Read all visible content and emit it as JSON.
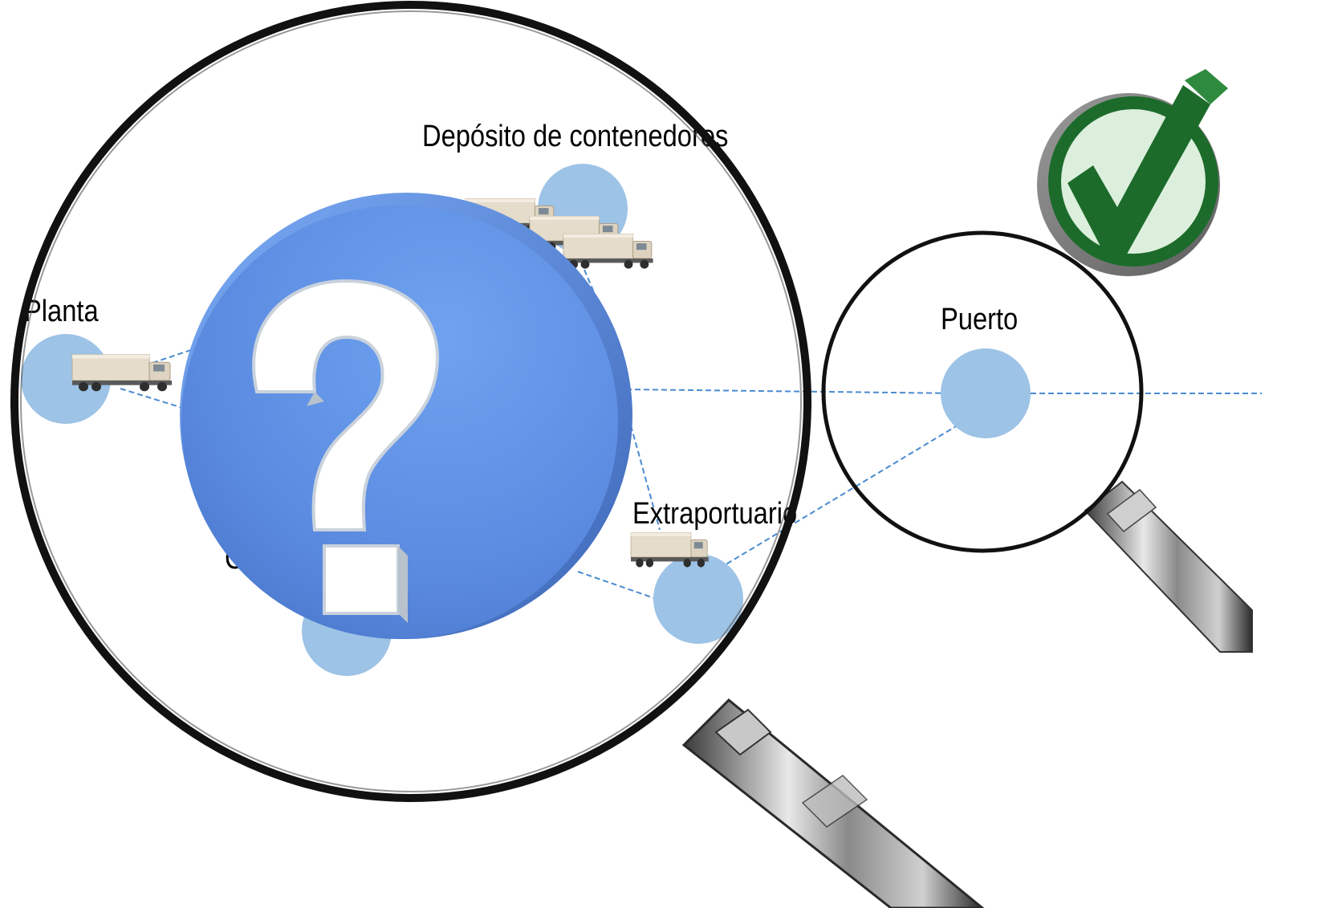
{
  "diagram": {
    "nodes": [
      {
        "id": "planta",
        "label": "Planta"
      },
      {
        "id": "deposito",
        "label": "Depósito de contenedores"
      },
      {
        "id": "centro",
        "label": "C"
      },
      {
        "id": "extraportuario",
        "label": "Extraportuario"
      },
      {
        "id": "puerto",
        "label": "Puerto"
      }
    ],
    "edges": [
      [
        "planta",
        "centro"
      ],
      [
        "deposito",
        "centro"
      ],
      [
        "deposito",
        "puerto"
      ],
      [
        "extraportuario",
        "centro"
      ],
      [
        "extraportuario",
        "puerto"
      ],
      [
        "puerto",
        "exit"
      ]
    ],
    "icons": {
      "big_lens": "magnifying-glass-icon",
      "small_lens": "magnifying-glass-icon",
      "question": "question-mark-icon",
      "check": "checkmark-icon",
      "truck": "truck-icon"
    },
    "colors": {
      "node_fill": "#9dc3e6",
      "edge": "#4a8bd0",
      "question_blue": "#5b8ee0",
      "check_green": "#1a6b2a",
      "check_bg": "#d8ecd8"
    }
  }
}
